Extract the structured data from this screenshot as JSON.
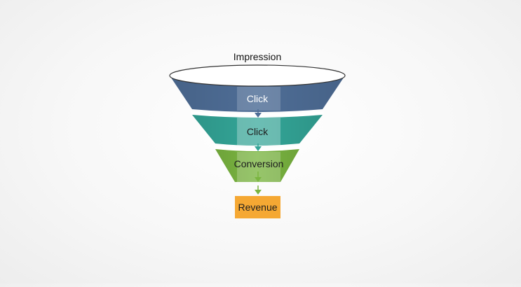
{
  "diagram": {
    "top_label": "Impression",
    "stages": [
      {
        "label": "Click",
        "color": "#4e6d96",
        "text_color": "#ffffff"
      },
      {
        "label": "Click",
        "color": "#33a597",
        "text_color": "#1d1d1d"
      },
      {
        "label": "Conversion",
        "color": "#7ab540",
        "text_color": "#1d1d1d"
      }
    ],
    "result": {
      "label": "Revenue",
      "color": "#f5a833",
      "text_color": "#1d1d1d"
    },
    "colors": {
      "rim_fill": "#ffffff",
      "rim_stroke": "#333333",
      "stem": "#fbfbfb",
      "arrow_1": "#4e6d96",
      "arrow_2": "#33a597",
      "arrow_3": "#7ab540"
    }
  }
}
